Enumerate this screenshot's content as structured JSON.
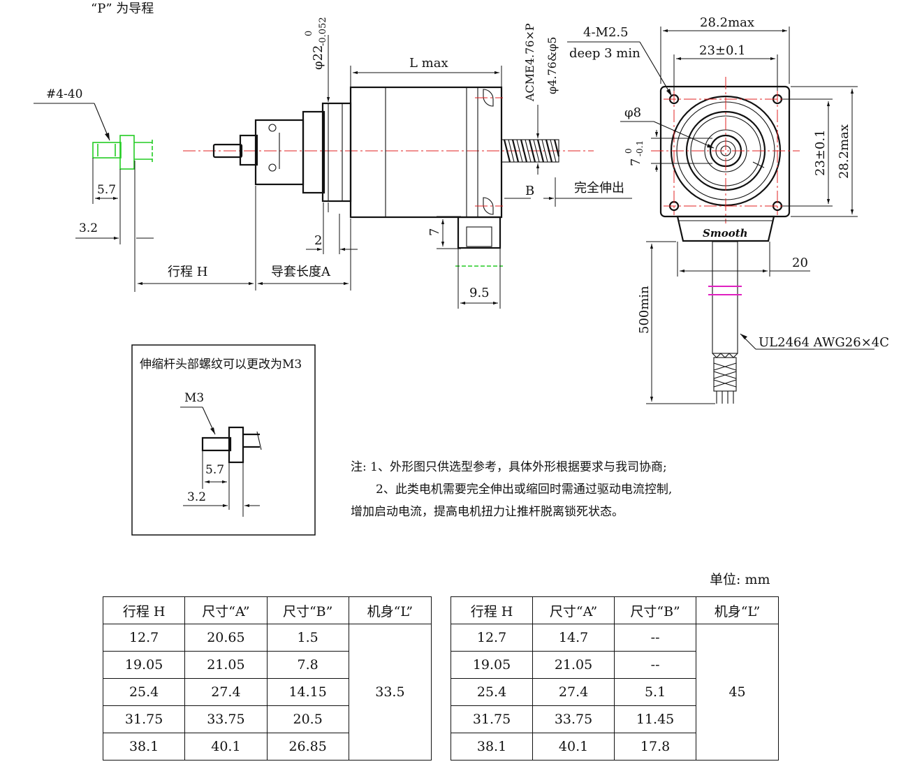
{
  "lead_note": "“P” 为导程",
  "side_view": {
    "thread_label": "#4-40",
    "dim_5_7": "5.7",
    "dim_3_2": "3.2",
    "dia_22": "φ22",
    "dia_22_tol_upper": "0",
    "dia_22_tol_lower": "-0.052",
    "l_max": "L max",
    "acme": "ACME4.76×P",
    "dia_shaft": "φ4.76&φ5",
    "dim_b": "B",
    "full_extend": "完全伸出",
    "dim_2": "2",
    "dim_7": "7",
    "stroke_h": "行程 H",
    "guide_length": "导套长度A",
    "dim_9_5": "9.5"
  },
  "front_view": {
    "screw_label": "4-M2.5",
    "screw_depth": "deep 3 min",
    "width_max": "28.2max",
    "hole_spacing_h": "23±0.1",
    "hole_spacing_v": "23±0.1",
    "height_max": "28.2max",
    "dia_8": "φ8",
    "dim_7": "7",
    "dim_7_tol_upper": "0",
    "dim_7_tol_lower": "-0.1",
    "brand": "Smooth",
    "dim_20": "20",
    "lead_length": "500min",
    "cable_spec": "UL2464 AWG26×4C"
  },
  "inset": {
    "title": "伸缩杆头部螺纹可以更改为M3",
    "thread_label": "M3",
    "dim_5_7": "5.7",
    "dim_3_2": "3.2"
  },
  "notes": [
    "注: 1、外形图只供选型参考，具体外形根据要求与我司协商;",
    "2、此类电机需要完全伸出或缩回时需通过驱动电流控制,",
    "增加启动电流，提高电机扭力让推杆脱离锁死状态。"
  ],
  "unit": "单位: mm",
  "tables": [
    {
      "headers": [
        "行程 H",
        "尺寸“A”",
        "尺寸“B”",
        "机身“L”"
      ],
      "rows": [
        [
          "12.7",
          "20.65",
          "1.5"
        ],
        [
          "19.05",
          "21.05",
          "7.8"
        ],
        [
          "25.4",
          "27.4",
          "14.15"
        ],
        [
          "31.75",
          "33.75",
          "20.5"
        ],
        [
          "38.1",
          "40.1",
          "26.85"
        ]
      ],
      "body_length": "33.5"
    },
    {
      "headers": [
        "行程 H",
        "尺寸“A”",
        "尺寸“B”",
        "机身“L”"
      ],
      "rows": [
        [
          "12.7",
          "14.7",
          "--"
        ],
        [
          "19.05",
          "21.05",
          "--"
        ],
        [
          "25.4",
          "27.4",
          "5.1"
        ],
        [
          "31.75",
          "33.75",
          "11.45"
        ],
        [
          "38.1",
          "40.1",
          "17.8"
        ]
      ],
      "body_length": "45"
    }
  ]
}
